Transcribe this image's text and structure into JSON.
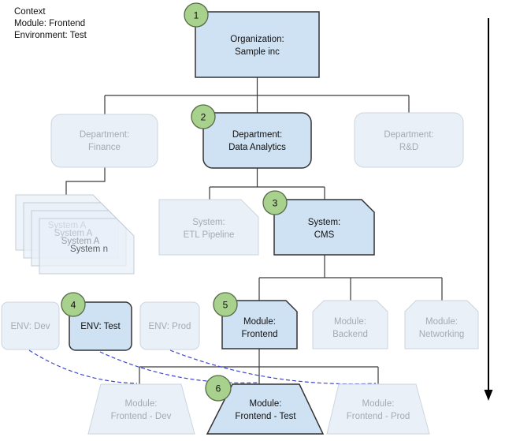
{
  "context": {
    "title": "Context",
    "module": "Module: Frontend",
    "environment": "Environment: Test"
  },
  "badges": {
    "org": "1",
    "department": "2",
    "system": "3",
    "environment": "4",
    "module": "5",
    "deployment": "6"
  },
  "nodes": {
    "organization": {
      "line1": "Organization:",
      "line2": "Sample inc",
      "state": "active"
    },
    "departments": [
      {
        "line1": "Department:",
        "line2": "Finance",
        "state": "faded"
      },
      {
        "line1": "Department:",
        "line2": "Data Analytics",
        "state": "active"
      },
      {
        "line1": "Department:",
        "line2": "R&D",
        "state": "faded"
      }
    ],
    "system_stack": [
      {
        "label": "System A"
      },
      {
        "label": "System A"
      },
      {
        "label": "System A"
      },
      {
        "label": "System n"
      }
    ],
    "systems": [
      {
        "line1": "System:",
        "line2": "ETL Pipeline",
        "state": "faded"
      },
      {
        "line1": "System:",
        "line2": "CMS",
        "state": "active"
      }
    ],
    "environments": [
      {
        "label": "ENV: Dev",
        "state": "faded"
      },
      {
        "label": "ENV: Test",
        "state": "active"
      },
      {
        "label": "ENV: Prod",
        "state": "faded"
      }
    ],
    "modules": [
      {
        "line1": "Module:",
        "line2": "Frontend",
        "state": "active"
      },
      {
        "line1": "Module:",
        "line2": "Backend",
        "state": "faded"
      },
      {
        "line1": "Module:",
        "line2": "Networking",
        "state": "faded"
      }
    ],
    "deployments": [
      {
        "line1": "Module:",
        "line2": "Frontend - Dev",
        "state": "faded"
      },
      {
        "line1": "Module:",
        "line2": "Frontend - Test",
        "state": "active"
      },
      {
        "line1": "Module:",
        "line2": "Frontend - Prod",
        "state": "faded"
      }
    ]
  },
  "colors": {
    "active_fill": "#cfe2f3",
    "active_border": "#333333",
    "faded_fill": "#e9f0f8",
    "faded_border": "#ccd5de",
    "faded_text": "#a4abb3",
    "badge_fill": "#a9d18e",
    "badge_border": "#546b45",
    "connector": "#3a3a3a",
    "dashed_link": "#3f48cc"
  }
}
